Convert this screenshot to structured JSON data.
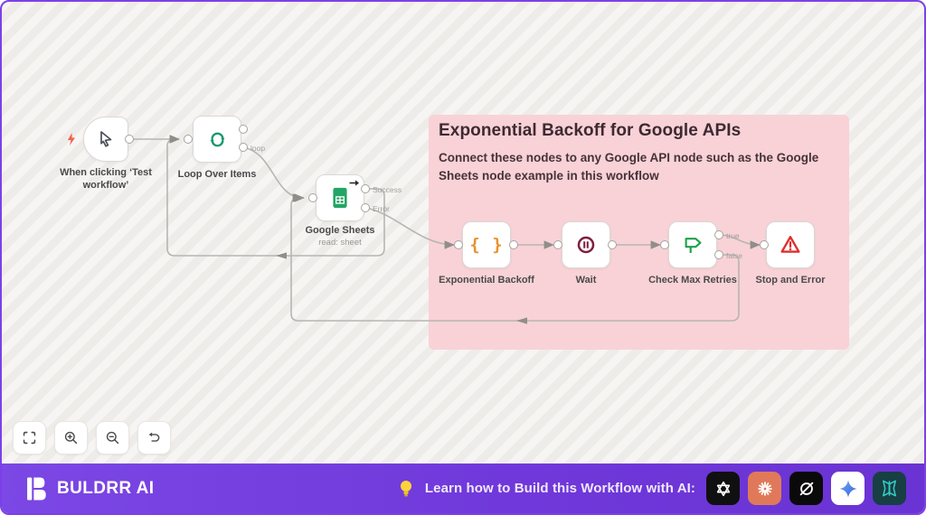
{
  "canvas": {
    "sticky_note": {
      "title": "Exponential Backoff for Google APIs",
      "body": "Connect these nodes to any Google API node such as the Google Sheets node example in this workflow"
    },
    "nodes": [
      {
        "id": "manual-trigger",
        "label": "When clicking ‘Test workflow’",
        "icon": "cursor-icon"
      },
      {
        "id": "loop-over-items",
        "label": "Loop Over Items",
        "icon": "loop-icon"
      },
      {
        "id": "google-sheets",
        "label": "Google Sheets",
        "sublabel": "read: sheet",
        "icon": "google-sheets-icon"
      },
      {
        "id": "exponential-backoff",
        "label": "Exponential Backoff",
        "icon": "code-braces-icon",
        "icon_glyph": "{ }"
      },
      {
        "id": "wait",
        "label": "Wait",
        "icon": "pause-circle-icon"
      },
      {
        "id": "check-max-retries",
        "label": "Check Max Retries",
        "icon": "signpost-icon"
      },
      {
        "id": "stop-and-error",
        "label": "Stop and Error",
        "icon": "warning-triangle-icon"
      }
    ],
    "port_labels": {
      "loop": "loop",
      "success": "Success",
      "error": "Error",
      "true_branch": "true",
      "false_branch": "false"
    }
  },
  "toolbar": {
    "buttons": [
      {
        "name": "fit-view"
      },
      {
        "name": "zoom-in"
      },
      {
        "name": "zoom-out"
      },
      {
        "name": "undo"
      }
    ]
  },
  "footer": {
    "brand": "BULDRR AI",
    "cta": "Learn how to Build this Workflow with AI:",
    "ai_tools": [
      {
        "name": "openai"
      },
      {
        "name": "claude"
      },
      {
        "name": "grok"
      },
      {
        "name": "gemini"
      },
      {
        "name": "teal-ai"
      }
    ]
  },
  "colors": {
    "accent_purple": "#7d3fe8",
    "sticky_pink": "#f8d2d7",
    "sticky_title": "#3d2a32",
    "wire_gray": "#b7b5b2",
    "loop_green": "#12996d",
    "sheets_green": "#23a566",
    "braces_orange": "#e8922f",
    "wait_maroon": "#7e1e3f",
    "signpost_green": "#1ba14a",
    "error_red": "#e02d2d",
    "bolt_red": "#f2604d",
    "claude_coral": "#e0795a",
    "gemini_blue": "#4285f4",
    "teal_icon": "#35cdc4"
  }
}
